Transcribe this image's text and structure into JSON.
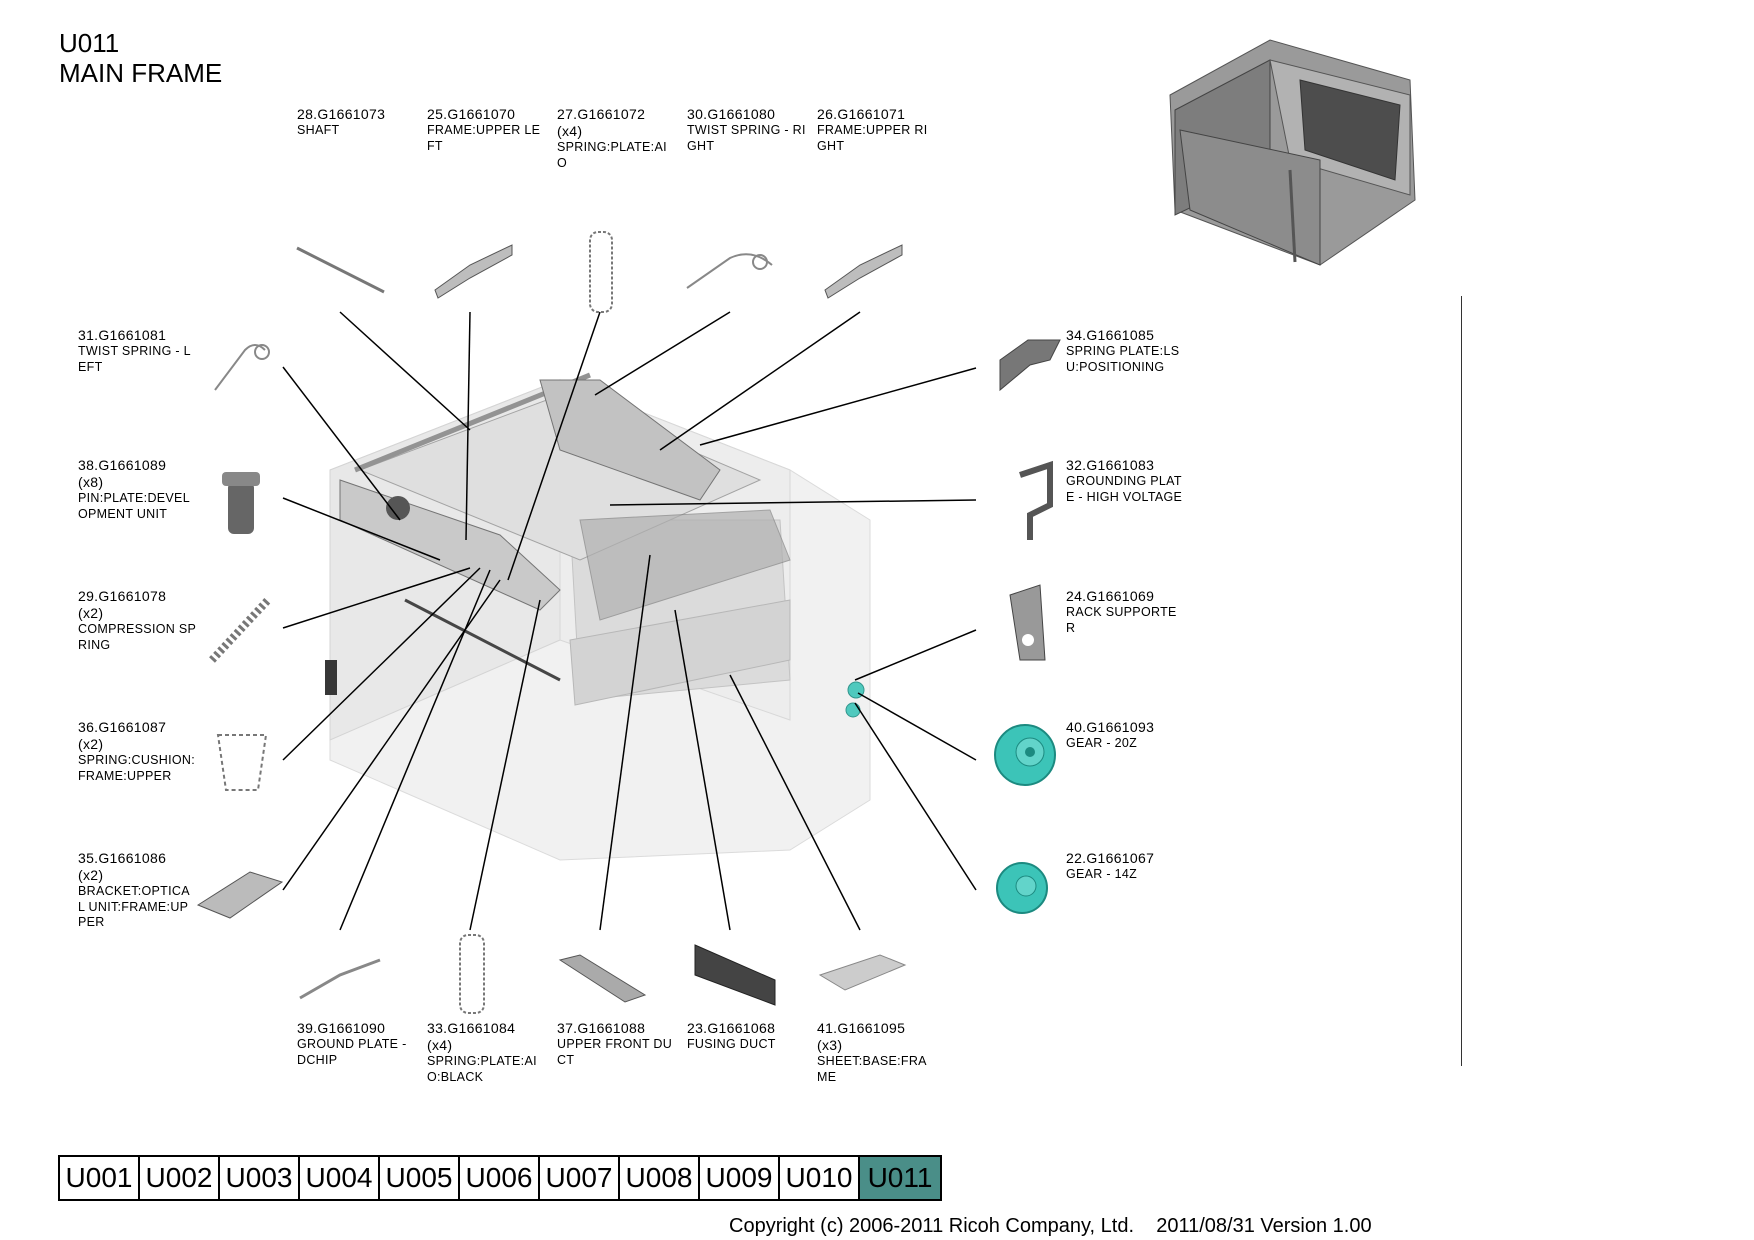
{
  "header": {
    "unit_code": "U011",
    "unit_name": "MAIN FRAME"
  },
  "parts": [
    {
      "id": "p28",
      "number": "28.G1661073",
      "qty": "",
      "desc": "SHAFT"
    },
    {
      "id": "p25",
      "number": "25.G1661070",
      "qty": "",
      "desc": "FRAME:UPPER LE\nFT"
    },
    {
      "id": "p27",
      "number": "27.G1661072",
      "qty": "(x4)",
      "desc": "SPRING:PLATE:AI\nO"
    },
    {
      "id": "p30",
      "number": "30.G1661080",
      "qty": "",
      "desc": "TWIST SPRING - RI\nGHT"
    },
    {
      "id": "p26",
      "number": "26.G1661071",
      "qty": "",
      "desc": "FRAME:UPPER RI\nGHT"
    },
    {
      "id": "p31",
      "number": "31.G1661081",
      "qty": "",
      "desc": "TWIST SPRING - L\nEFT"
    },
    {
      "id": "p38",
      "number": "38.G1661089",
      "qty": "(x8)",
      "desc": "PIN:PLATE:DEVEL\nOPMENT UNIT"
    },
    {
      "id": "p29",
      "number": "29.G1661078",
      "qty": "(x2)",
      "desc": "COMPRESSION SP\nRING"
    },
    {
      "id": "p36",
      "number": "36.G1661087",
      "qty": "(x2)",
      "desc": "SPRING:CUSHION:\nFRAME:UPPER"
    },
    {
      "id": "p35",
      "number": "35.G1661086",
      "qty": "(x2)",
      "desc": "BRACKET:OPTICA\nL UNIT:FRAME:UP\nPER"
    },
    {
      "id": "p34",
      "number": "34.G1661085",
      "qty": "",
      "desc": "SPRING PLATE:LS\nU:POSITIONING"
    },
    {
      "id": "p32",
      "number": "32.G1661083",
      "qty": "",
      "desc": "GROUNDING PLAT\nE - HIGH VOLTAGE"
    },
    {
      "id": "p24",
      "number": "24.G1661069",
      "qty": "",
      "desc": "RACK SUPPORTE\nR"
    },
    {
      "id": "p40",
      "number": "40.G1661093",
      "qty": "",
      "desc": "GEAR - 20Z"
    },
    {
      "id": "p22",
      "number": "22.G1661067",
      "qty": "",
      "desc": "GEAR - 14Z"
    },
    {
      "id": "p39",
      "number": "39.G1661090",
      "qty": "",
      "desc": "GROUND PLATE -\nDCHIP"
    },
    {
      "id": "p33",
      "number": "33.G1661084",
      "qty": "(x4)",
      "desc": "SPRING:PLATE:AI\nO:BLACK"
    },
    {
      "id": "p37",
      "number": "37.G1661088",
      "qty": "",
      "desc": "UPPER FRONT DU\nCT"
    },
    {
      "id": "p23",
      "number": "23.G1661068",
      "qty": "",
      "desc": "FUSING DUCT"
    },
    {
      "id": "p41",
      "number": "41.G1661095",
      "qty": "(x3)",
      "desc": "SHEET:BASE:FRA\nME"
    }
  ],
  "nav": {
    "tabs": [
      "U001",
      "U002",
      "U003",
      "U004",
      "U005",
      "U006",
      "U007",
      "U008",
      "U009",
      "U010",
      "U011"
    ],
    "active": "U011"
  },
  "footer": {
    "copyright": "Copyright (c) 2006-2011 Ricoh Company, Ltd.    2011/08/31 Version 1.00"
  },
  "colors": {
    "gear_teal": "#3cc4b8",
    "active_tab": "#4a8e88",
    "frame_gray": "#c8c8c8"
  }
}
